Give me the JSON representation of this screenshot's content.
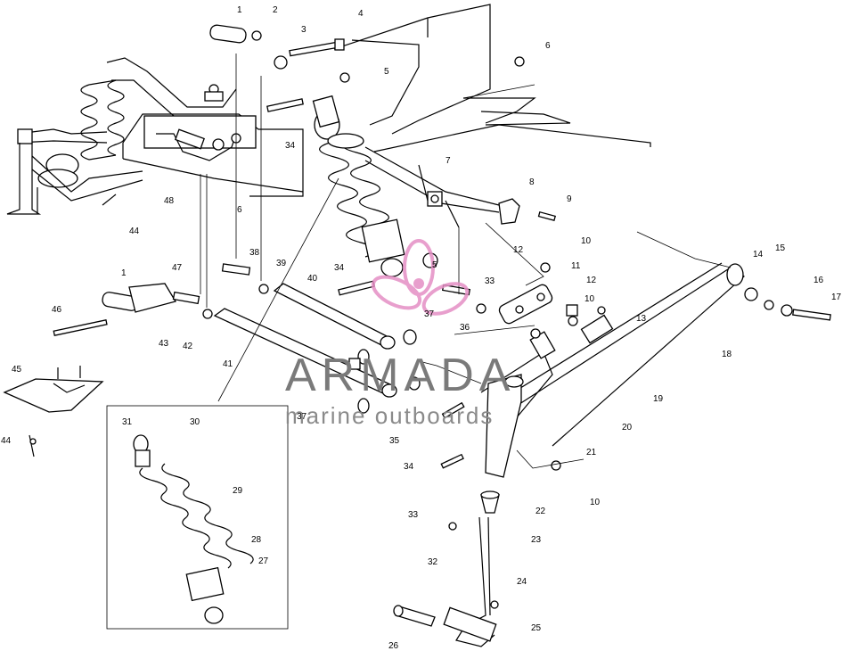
{
  "watermark": {
    "title": "ARMADA",
    "subtitle": "marine outboards",
    "logo_color": "#e58fc5",
    "text_color": "#7a7a7a"
  },
  "callouts": [
    {
      "id": "c1a",
      "text": "1"
    },
    {
      "id": "c2",
      "text": "2"
    },
    {
      "id": "c3",
      "text": "3"
    },
    {
      "id": "c4",
      "text": "4"
    },
    {
      "id": "c5a",
      "text": "5"
    },
    {
      "id": "c6a",
      "text": "6"
    },
    {
      "id": "c34a",
      "text": "34"
    },
    {
      "id": "c48",
      "text": "48"
    },
    {
      "id": "c6b",
      "text": "6"
    },
    {
      "id": "c44a",
      "text": "44"
    },
    {
      "id": "c7",
      "text": "7"
    },
    {
      "id": "c8",
      "text": "8"
    },
    {
      "id": "c9",
      "text": "9"
    },
    {
      "id": "c10a",
      "text": "10"
    },
    {
      "id": "c12a",
      "text": "12"
    },
    {
      "id": "c11",
      "text": "11"
    },
    {
      "id": "c12b",
      "text": "12"
    },
    {
      "id": "c10b",
      "text": "10"
    },
    {
      "id": "c13",
      "text": "13"
    },
    {
      "id": "c14",
      "text": "14"
    },
    {
      "id": "c15",
      "text": "15"
    },
    {
      "id": "c16",
      "text": "16"
    },
    {
      "id": "c17",
      "text": "17"
    },
    {
      "id": "c18",
      "text": "18"
    },
    {
      "id": "c19",
      "text": "19"
    },
    {
      "id": "c20",
      "text": "20"
    },
    {
      "id": "c21",
      "text": "21"
    },
    {
      "id": "c22",
      "text": "22"
    },
    {
      "id": "c10c",
      "text": "10"
    },
    {
      "id": "c23",
      "text": "23"
    },
    {
      "id": "c24",
      "text": "24"
    },
    {
      "id": "c25",
      "text": "25"
    },
    {
      "id": "c26",
      "text": "26"
    },
    {
      "id": "c32",
      "text": "32"
    },
    {
      "id": "c33a",
      "text": "33"
    },
    {
      "id": "c34b",
      "text": "34"
    },
    {
      "id": "c35",
      "text": "35"
    },
    {
      "id": "c36",
      "text": "36"
    },
    {
      "id": "c37a",
      "text": "37"
    },
    {
      "id": "c37b",
      "text": "37"
    },
    {
      "id": "c33b",
      "text": "33"
    },
    {
      "id": "c34c",
      "text": "34"
    },
    {
      "id": "c5b",
      "text": "5"
    },
    {
      "id": "c38",
      "text": "38"
    },
    {
      "id": "c39",
      "text": "39"
    },
    {
      "id": "c40",
      "text": "40"
    },
    {
      "id": "c41",
      "text": "41"
    },
    {
      "id": "c1b",
      "text": "1"
    },
    {
      "id": "c47",
      "text": "47"
    },
    {
      "id": "c46",
      "text": "46"
    },
    {
      "id": "c43",
      "text": "43"
    },
    {
      "id": "c42",
      "text": "42"
    },
    {
      "id": "c45",
      "text": "45"
    },
    {
      "id": "c44b",
      "text": "44"
    },
    {
      "id": "c31",
      "text": "31"
    },
    {
      "id": "c30",
      "text": "30"
    },
    {
      "id": "c29",
      "text": "29"
    },
    {
      "id": "c28",
      "text": "28"
    },
    {
      "id": "c27",
      "text": "27"
    }
  ]
}
